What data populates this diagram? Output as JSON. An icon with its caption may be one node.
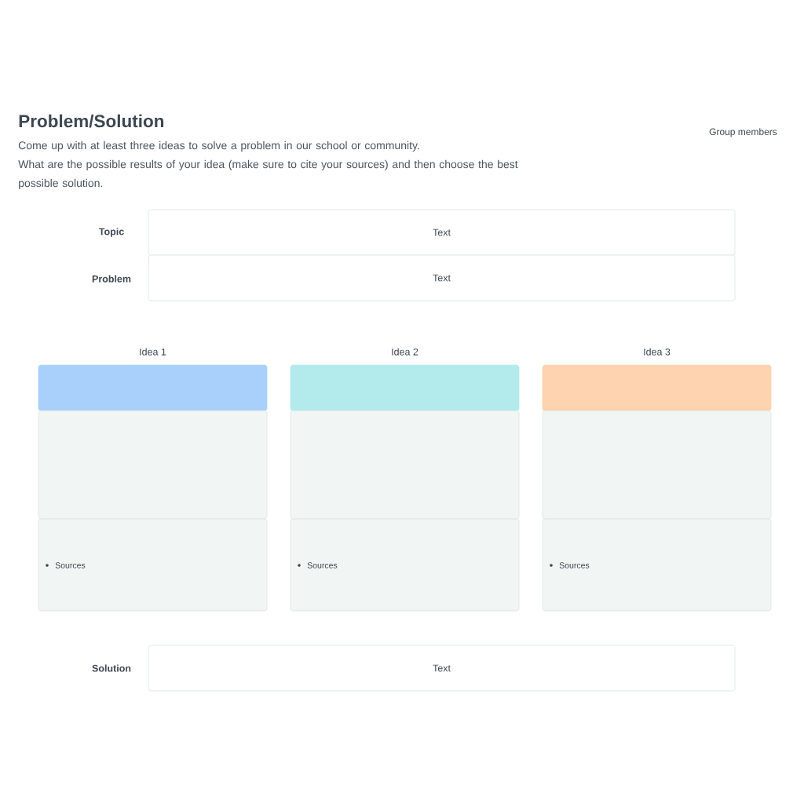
{
  "diagram": {
    "title": "Problem/Solution",
    "nodes": [
      {
        "text": [
          "Text"
        ],
        "beside": [
          "Topic"
        ]
      },
      {
        "text": [
          "Text"
        ],
        "beside": [
          "Problem"
        ]
      },
      {
        "text": [
          "Idea 1"
        ]
      },
      {
        "text": [
          "Idea 2"
        ]
      },
      {
        "text": [
          "Idea 3"
        ]
      },
      {
        "text": [],
        "shape": "box"
      },
      {
        "text": [],
        "shape": "box"
      },
      {
        "text": [],
        "shape": "box"
      },
      {
        "text": [
          "Sources"
        ]
      },
      {
        "text": [
          "Sources"
        ]
      },
      {
        "text": [
          "Sources"
        ]
      },
      {
        "text": [
          "Text"
        ],
        "beside": [
          "Solution"
        ]
      }
    ],
    "labels": [
      "Group members",
      "Come up with at least three ideas to solve a problem in our school or community.",
      "What are the possible results of your idea (make sure to cite your sources) and then choose the best possible solution."
    ]
  }
}
